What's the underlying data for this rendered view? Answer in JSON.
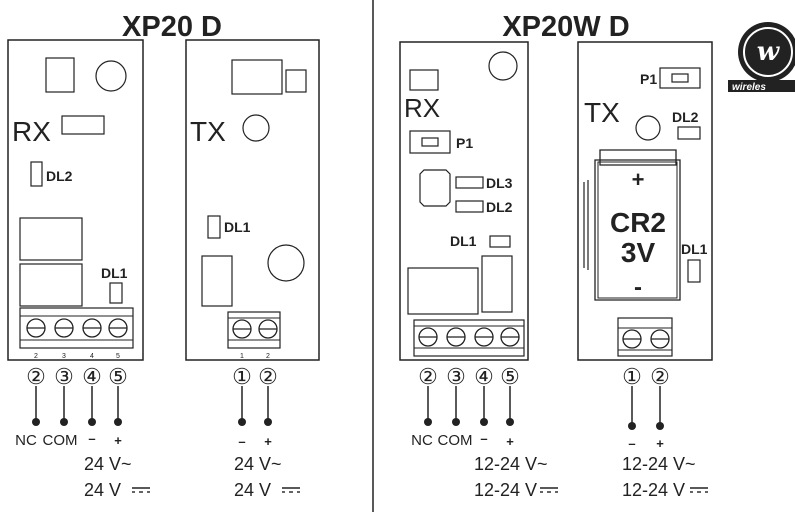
{
  "left": {
    "title": "XP20 D",
    "rx": {
      "label": "RX",
      "dl2": "DL2",
      "dl1": "DL1",
      "pin_numbers": [
        "2",
        "3",
        "4",
        "5"
      ],
      "circle_numbers": [
        "②",
        "③",
        "④",
        "⑤"
      ],
      "terminal_labels": [
        "NC",
        "COM",
        "–",
        "+"
      ],
      "voltage_ac": "24   V~",
      "voltage_dc": "24 V"
    },
    "tx": {
      "label": "TX",
      "dl1": "DL1",
      "pin_numbers": [
        "1",
        "2"
      ],
      "circle_numbers": [
        "①",
        "②"
      ],
      "terminal_labels": [
        "–",
        "+"
      ],
      "voltage_ac": "24 V~",
      "voltage_dc": "24 V"
    }
  },
  "right": {
    "title": "XP20W D",
    "logo_text": "wireles",
    "rx": {
      "label": "RX",
      "p1": "P1",
      "dl3": "DL3",
      "dl2": "DL2",
      "dl1": "DL1",
      "circle_numbers": [
        "②",
        "③",
        "④",
        "⑤"
      ],
      "terminal_labels": [
        "NC",
        "COM",
        "–",
        "+"
      ],
      "voltage_ac": "12-24  V~",
      "voltage_dc": "12-24 V"
    },
    "tx": {
      "label": "TX",
      "p1": "P1",
      "dl2": "DL2",
      "dl1": "DL1",
      "battery_plus": "+",
      "battery_name": "CR2",
      "battery_voltage": "3V",
      "battery_minus": "-",
      "circle_numbers": [
        "①",
        "②"
      ],
      "terminal_labels": [
        "–",
        "+"
      ],
      "voltage_ac": "12-24  V~",
      "voltage_dc": "12-24 V"
    }
  },
  "colors": {
    "line": "#222222",
    "background": "#ffffff"
  }
}
